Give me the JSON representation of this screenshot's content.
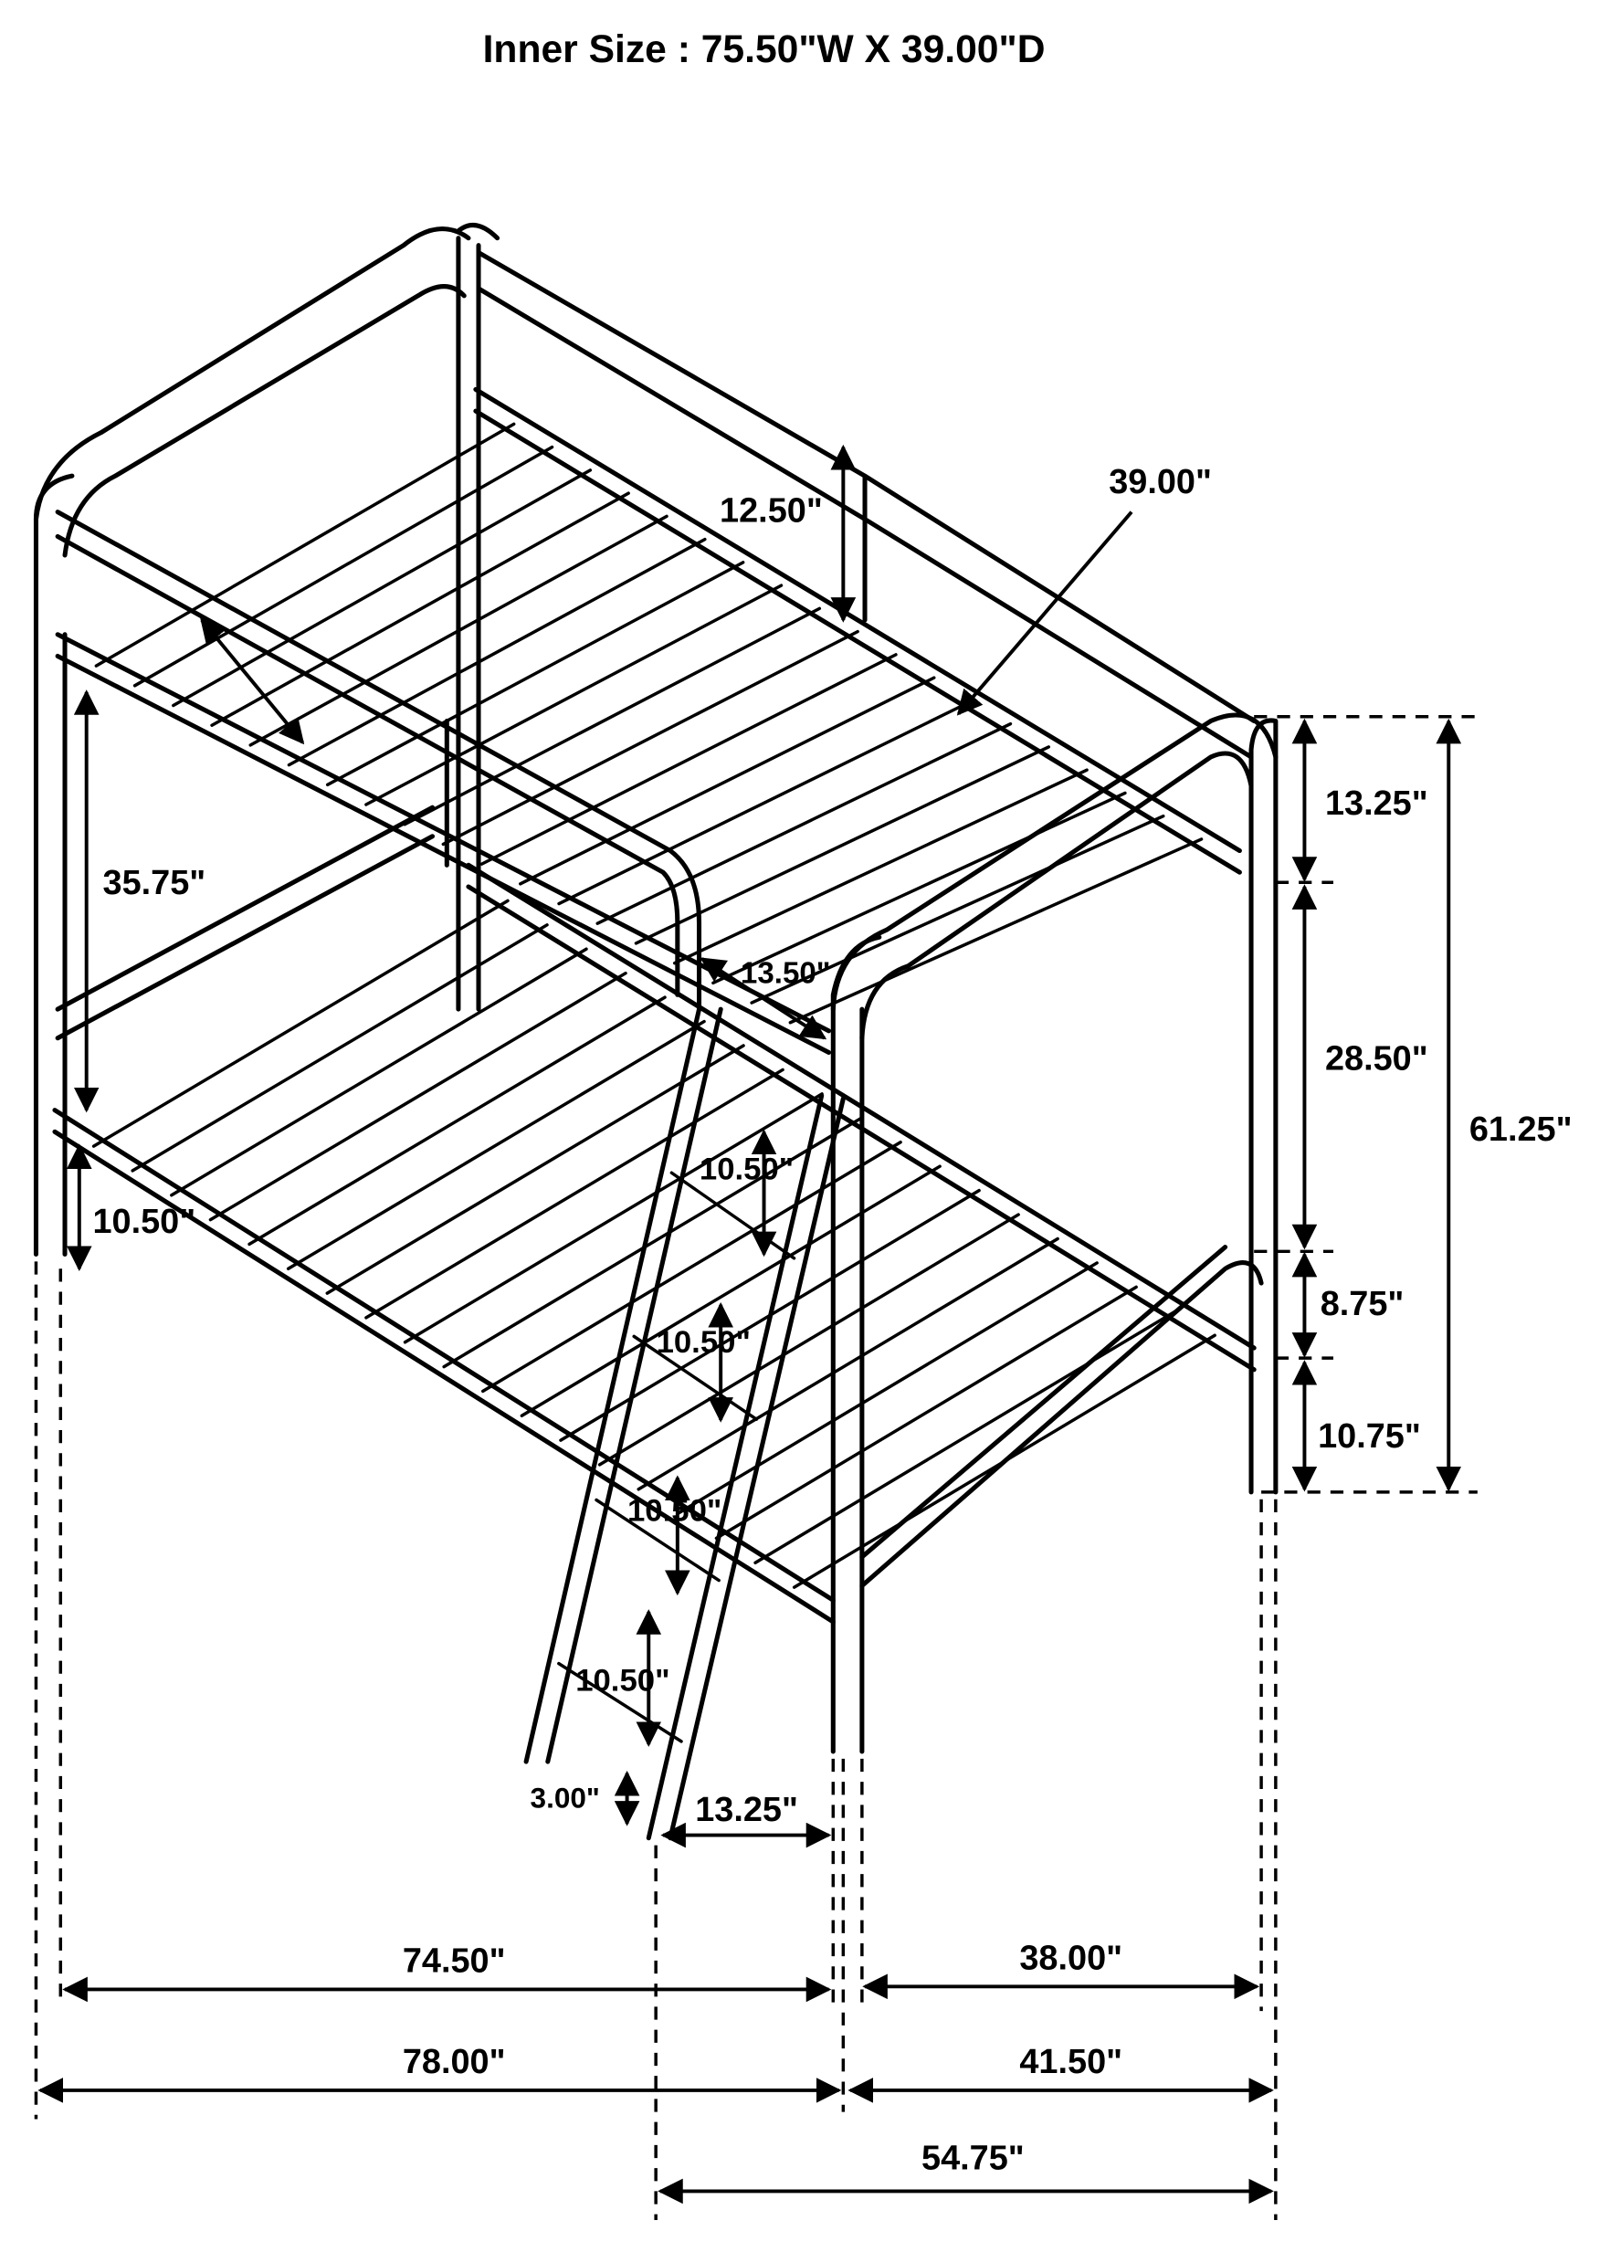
{
  "title": "Inner Size : 75.50\"W X 39.00\"D",
  "dimensions": {
    "inner_depth": "39.00\"",
    "top_rail_height": "12.50\"",
    "bunk_clearance": "35.75\"",
    "top_guard_height": "13.25\"",
    "guardrail_gap": "13.50\"",
    "between_bunks": "28.50\"",
    "total_height": "61.25\"",
    "ladder_step_1": "10.50\"",
    "bottom_clearance": "10.50\"",
    "bottom_guard_height": "8.75\"",
    "ladder_step_2": "10.50\"",
    "floor_to_bottom": "10.75\"",
    "ladder_step_3": "10.50\"",
    "ladder_step_4": "10.50\"",
    "ladder_foot": "3.00\"",
    "ladder_offset": "13.25\"",
    "inner_length": "74.50\"",
    "inner_width": "38.00\"",
    "outer_length": "78.00\"",
    "outer_width": "41.50\"",
    "width_with_ladder": "54.75\""
  }
}
